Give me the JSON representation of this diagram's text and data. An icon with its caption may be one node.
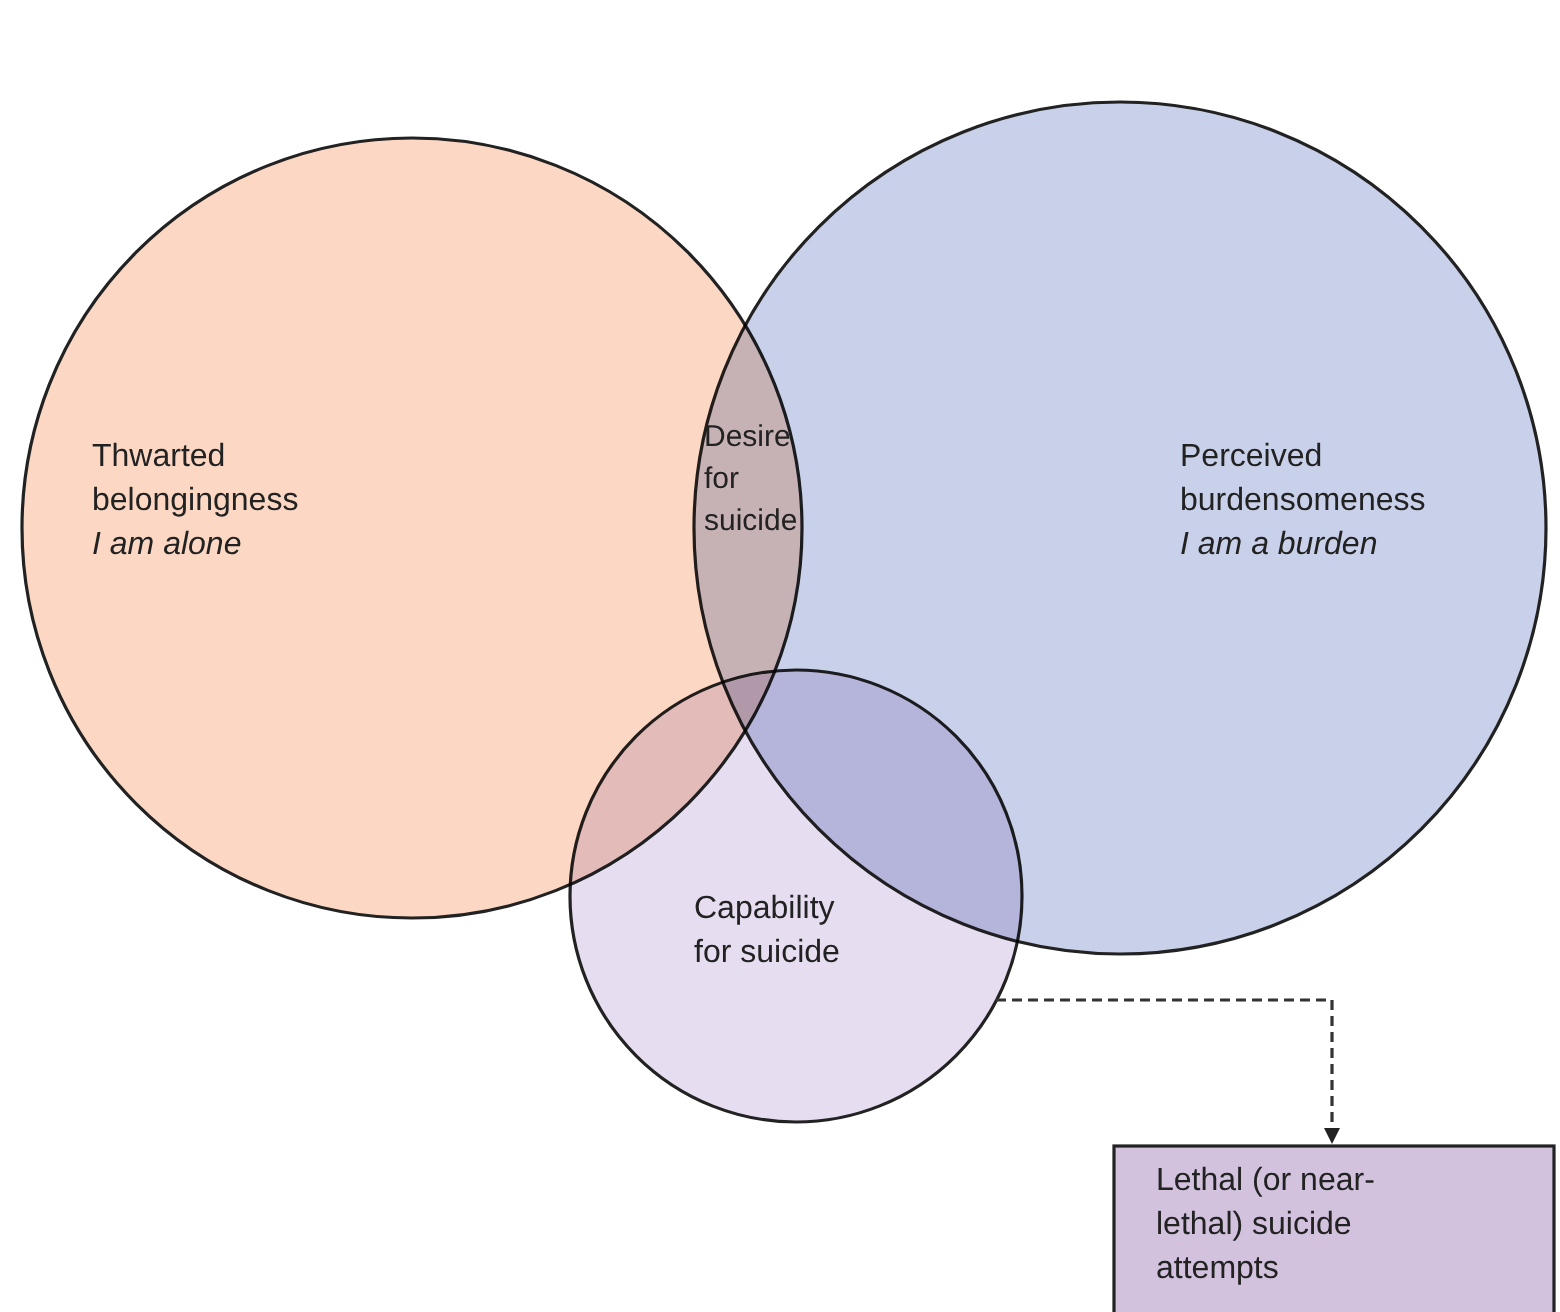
{
  "diagram": {
    "nodes": [
      {
        "text": [
          "Thwarted belongingness",
          "I am alone"
        ]
      },
      {
        "text": [
          "Perceived burdensomeness",
          "I am a burden"
        ]
      },
      {
        "text": [
          "Capability for suicide"
        ]
      },
      {
        "text": [
          "Lethal (or near-lethal) suicide attempts"
        ]
      }
    ],
    "edges": [
      {
        "from": 2,
        "to": 3,
        "arrow": "to",
        "style": "dashed"
      }
    ],
    "labels": [
      "Desire for suicide"
    ]
  }
}
